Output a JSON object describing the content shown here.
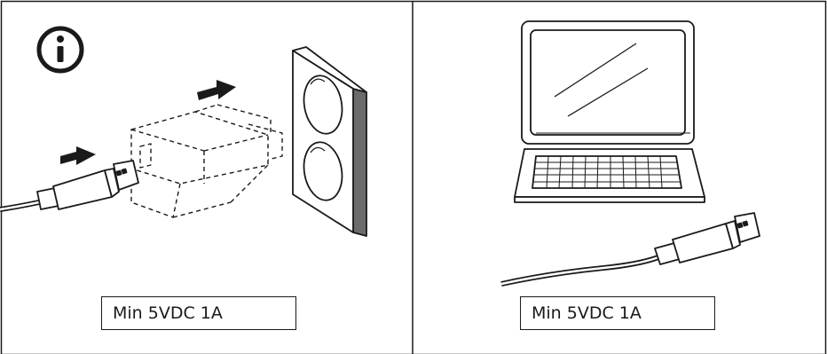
{
  "panels": [
    {
      "id": "wall-adapter",
      "label": "Min 5VDC 1A",
      "icon": "info-icon"
    },
    {
      "id": "laptop",
      "label": "Min 5VDC 1A"
    }
  ],
  "colors": {
    "stroke": "#1a1a1a",
    "background": "#ffffff",
    "shade": "#6b6b6b"
  }
}
